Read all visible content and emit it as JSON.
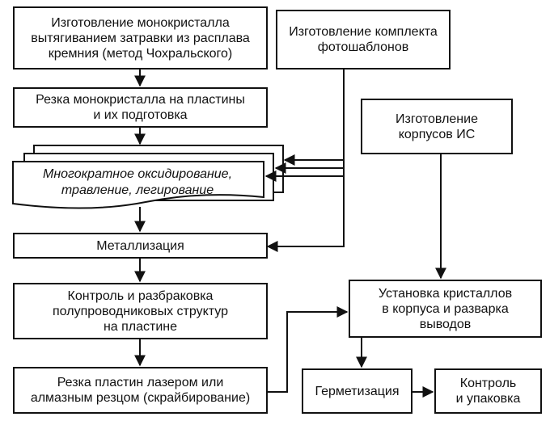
{
  "diagram": {
    "blocks": {
      "czochralski": "Изготовление монокристалла\nвытягиванием затравки из расплава\nкремния (метод Чохральского)",
      "photomasks": "Изготовление комплекта\nфотошаблонов",
      "cutting": "Резка монокристалла на пластины\nи их подготовка",
      "packages": "Изготовление\nкорпусов ИС",
      "oxidation": "Многократное оксидирование,\nтравление, легирование",
      "metallization": "Металлизация",
      "inspection": "Контроль и разбраковка\nполупроводниковых структур\nна пластине",
      "mounting": "Установка кристаллов\nв корпуса и разварка\nвыводов",
      "scribing": "Резка пластин лазером или\nалмазным резцом (скрайбирование)",
      "sealing": "Герметизация",
      "final_control": "Контроль\nи упаковка"
    },
    "colors": {
      "line": "#111111",
      "fill": "#ffffff"
    }
  }
}
